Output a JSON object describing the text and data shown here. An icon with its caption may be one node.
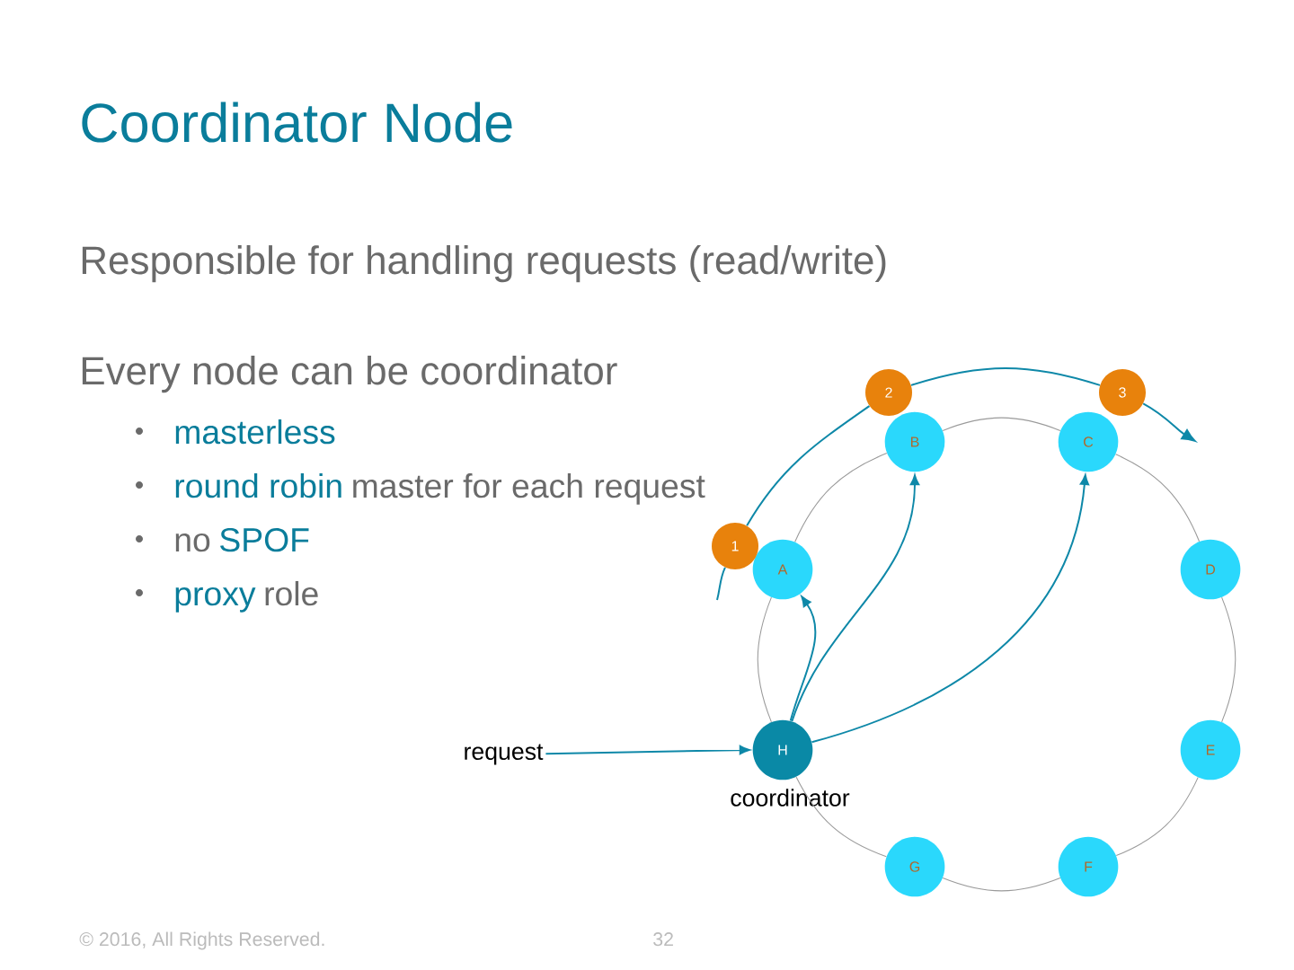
{
  "diagram": {
    "title": "Coordinator Node",
    "nodes": [
      {
        "text": [
          "A"
        ]
      },
      {
        "text": [
          "B"
        ]
      },
      {
        "text": [
          "C"
        ]
      },
      {
        "text": [
          "D"
        ]
      },
      {
        "text": [
          "E"
        ]
      },
      {
        "text": [
          "F"
        ]
      },
      {
        "text": [
          "G"
        ]
      },
      {
        "text": [
          "H"
        ],
        "beside": [
          "coordinator"
        ]
      },
      {
        "text": [
          "request"
        ]
      },
      {
        "text": [
          "1"
        ]
      },
      {
        "text": [
          "2"
        ]
      },
      {
        "text": [
          "3"
        ]
      }
    ],
    "edges": [
      {
        "from": 8,
        "to": 7,
        "arrow": "to",
        "color": "#0e88a8"
      },
      {
        "from": 7,
        "to": 0,
        "arrow": "to",
        "color": "#0e88a8"
      },
      {
        "from": 7,
        "to": 1,
        "arrow": "to",
        "color": "#0e88a8"
      },
      {
        "from": 7,
        "to": 2,
        "arrow": "to",
        "color": "#0e88a8"
      },
      {
        "from": null,
        "to": 9,
        "arrow": "none",
        "color": "#0e88a8"
      },
      {
        "from": 9,
        "to": 10,
        "arrow": "none",
        "color": "#0e88a8"
      },
      {
        "from": 10,
        "to": 11,
        "arrow": "none",
        "color": "#0e88a8"
      },
      {
        "from": 11,
        "to": null,
        "arrow": "to",
        "color": "#0e88a8"
      },
      {
        "from": 0,
        "to": 1,
        "arrow": "none",
        "color": "#9a9a9a"
      },
      {
        "from": 1,
        "to": 2,
        "arrow": "none",
        "color": "#9a9a9a"
      },
      {
        "from": 2,
        "to": 3,
        "arrow": "none",
        "color": "#9a9a9a"
      },
      {
        "from": 3,
        "to": 4,
        "arrow": "none",
        "color": "#9a9a9a"
      },
      {
        "from": 4,
        "to": 5,
        "arrow": "none",
        "color": "#9a9a9a"
      },
      {
        "from": 5,
        "to": 6,
        "arrow": "none",
        "color": "#9a9a9a"
      },
      {
        "from": 6,
        "to": 7,
        "arrow": "none",
        "color": "#9a9a9a"
      },
      {
        "from": 7,
        "to": 0,
        "arrow": "none",
        "color": "#9a9a9a"
      }
    ],
    "labels": [
      "Responsible for handling requests (read/write)",
      "Every node can be coordinator",
      "masterless",
      "round robin",
      "master for each request",
      "no",
      "SPOF",
      "proxy",
      "role",
      "© 2016, All Rights Reserved.",
      "32"
    ]
  }
}
